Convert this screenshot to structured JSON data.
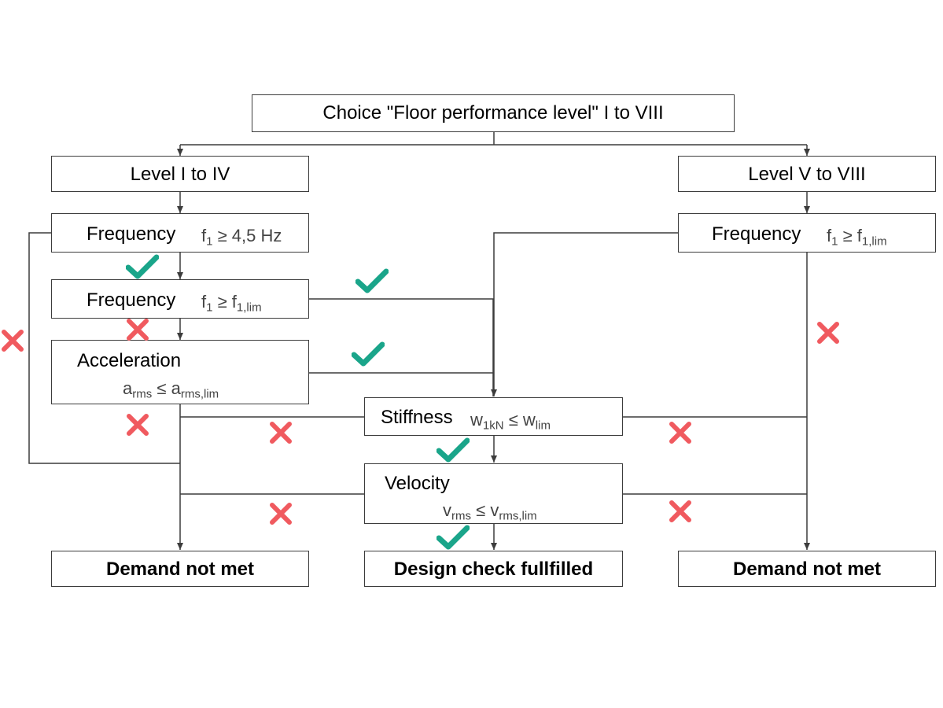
{
  "boxes": {
    "choice": "Choice \"Floor performance level\" I to VIII",
    "level_low": "Level I to IV",
    "level_high": "Level V to VIII",
    "freq1": {
      "label": "Frequency",
      "sym": "f",
      "sub": "1",
      "op": "≥",
      "rhs": "4,5 Hz"
    },
    "freq2": {
      "label": "Frequency",
      "sym": "f",
      "sub": "1",
      "op": "≥",
      "rhs": "f",
      "rhs_sub": "1,lim"
    },
    "freq_right": {
      "label": "Frequency",
      "sym": "f",
      "sub": "1",
      "op": "≥",
      "rhs": "f",
      "rhs_sub": "1,lim"
    },
    "accel": {
      "label": "Acceleration",
      "sym": "a",
      "sub": "rms",
      "op": "≤",
      "rhs": "a",
      "rhs_sub": "rms,lim"
    },
    "stiff": {
      "label": "Stiffness",
      "sym": "w",
      "sub": "1kN",
      "op": "≤",
      "rhs": "w",
      "rhs_sub": "lim"
    },
    "vel": {
      "label": "Velocity",
      "sym": "v",
      "sub": "rms",
      "op": "≤",
      "rhs": "v",
      "rhs_sub": "rms,lim"
    },
    "out_left": "Demand not met",
    "out_mid": "Design check fullfilled",
    "out_right": "Demand not met"
  },
  "colors": {
    "check": "#1aa58a",
    "cross": "#f05a5f",
    "line": "#3c3c3c"
  },
  "icons": {
    "check": "check-icon",
    "cross": "cross-icon"
  }
}
